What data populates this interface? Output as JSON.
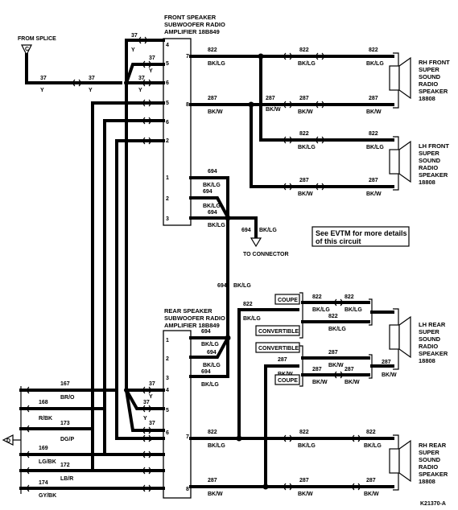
{
  "front_amp": {
    "title": [
      "FRONT SPEAKER",
      "SUBWOOFER RADIO",
      "AMPLIFIER 18B849"
    ],
    "pins": [
      "4",
      "7",
      "5",
      "6",
      "8",
      "5",
      "6",
      "2",
      "1",
      "2",
      "3"
    ]
  },
  "rear_amp": {
    "title": [
      "REAR SPEAKER",
      "SUBWOOFER RADIO",
      "AMPLIFIER 18B849"
    ],
    "pins": [
      "1",
      "2",
      "3",
      "4",
      "5",
      "6",
      "7",
      "8"
    ]
  },
  "speakers": {
    "rh_front": [
      "RH FRONT",
      "SUPER",
      "SOUND",
      "RADIO",
      "SPEAKER",
      "18808"
    ],
    "lh_front": [
      "LH FRONT",
      "SUPER",
      "SOUND",
      "RADIO",
      "SPEAKER",
      "18808"
    ],
    "lh_rear": [
      "LH REAR",
      "SUPER",
      "SOUND",
      "RADIO",
      "SPEAKER",
      "18808"
    ],
    "rh_rear": [
      "RH REAR",
      "SUPER",
      "SOUND",
      "RADIO",
      "SPEAKER",
      "18808"
    ]
  },
  "labels": {
    "from_splice": "FROM SPLICE",
    "splice_letter": "C",
    "to_connector": "TO CONNECTOR",
    "connector_letter": "D",
    "note": [
      "See EVTM for more details",
      "of this circuit"
    ],
    "diagram_id": "K21370-A",
    "coupe": "COUPE",
    "convertible": "CONVERTIBLE"
  },
  "circuits": {
    "c37": "37",
    "y": "Y",
    "c822": "822",
    "bklg": "BK/LG",
    "c287": "287",
    "bkw": "BK/W",
    "c694": "694",
    "c167": "167",
    "bro": "BR/O",
    "c168": "168",
    "rbk": "R/BK",
    "c173": "173",
    "dgp": "DG/P",
    "c169": "169",
    "lgbk": "LG/BK",
    "c172": "172",
    "lbr": "LB/R",
    "c174": "174",
    "gybk": "GY/BK"
  }
}
